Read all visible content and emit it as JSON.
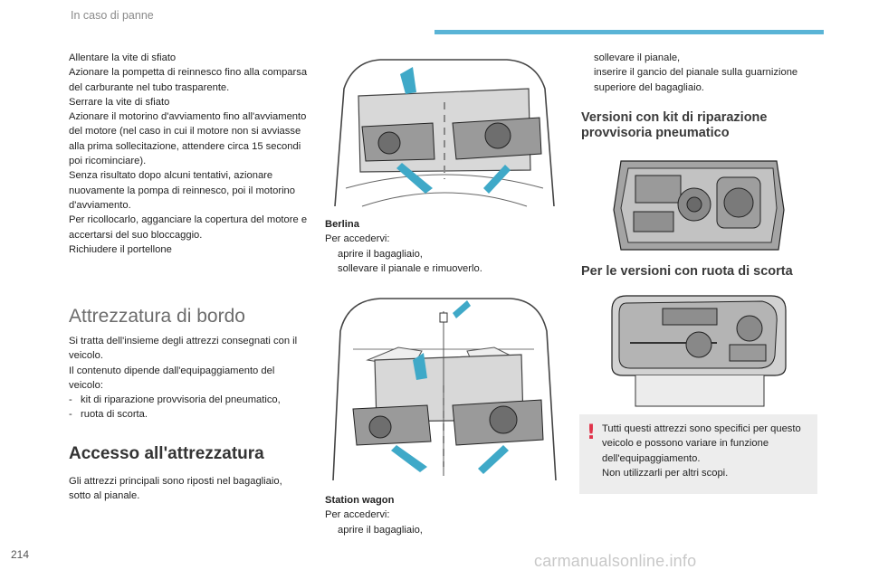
{
  "header": {
    "title": "In caso di panne",
    "accent": "#5ab4d6"
  },
  "col1": {
    "steps": [
      "Allentare la vite di sfiato",
      "Azionare la pompetta di reinnesco fino alla comparsa del carburante nel tubo trasparente.",
      "Serrare la vite di sfiato",
      "Azionare il motorino d'avviamento fino all'avviamento del motore (nel caso in cui il motore non si avviasse alla prima sollecitazione, attendere circa 15 secondi poi ricominciare).",
      "Senza risultato dopo alcuni tentativi, azionare nuovamente la pompa di reinnesco, poi il motorino d'avviamento.",
      "Per ricollocarlo, agganciare la copertura del motore e accertarsi del suo bloccaggio.",
      "Richiudere il portellone"
    ],
    "bullet": "",
    "section_title": "Attrezzatura di bordo",
    "intro_1": "Si tratta dell'insieme degli attrezzi consegnati con il veicolo.",
    "intro_2": "Il contenuto dipende dall'equipaggiamento del veicolo:",
    "dash_items": [
      "kit di riparazione provvisoria del pneumatico,",
      "ruota di scorta."
    ],
    "dash": "-",
    "access_title": "Accesso all'attrezzatura",
    "access_text": "Gli attrezzi principali sono riposti nel bagagliaio, sotto al pianale."
  },
  "col2": {
    "berlina_title": "Berlina",
    "berlina_intro": "Per accedervi:",
    "berlina_steps": [
      "aprire il bagagliaio,",
      "sollevare il pianale e rimuoverlo."
    ],
    "sw_title": "Station wagon",
    "sw_intro": "Per accedervi:",
    "sw_steps": [
      "aprire il bagagliaio,"
    ]
  },
  "col3": {
    "steps": [
      "sollevare il pianale,",
      "inserire il gancio del pianale sulla guarnizione superiore del bagagliaio."
    ],
    "kit_title": "Versioni con kit di riparazione provvisoria pneumatico",
    "spare_title": "Per le versioni con ruota di scorta",
    "warning_icon": "!",
    "warning_text": "Tutti questi attrezzi sono specifici per questo veicolo e possono variare in funzione dell'equipaggiamento.",
    "warning_text_2": "Non utilizzarli per altri scopi."
  },
  "footer": {
    "page_number": "214",
    "watermark": "carmanualsonline.info"
  }
}
